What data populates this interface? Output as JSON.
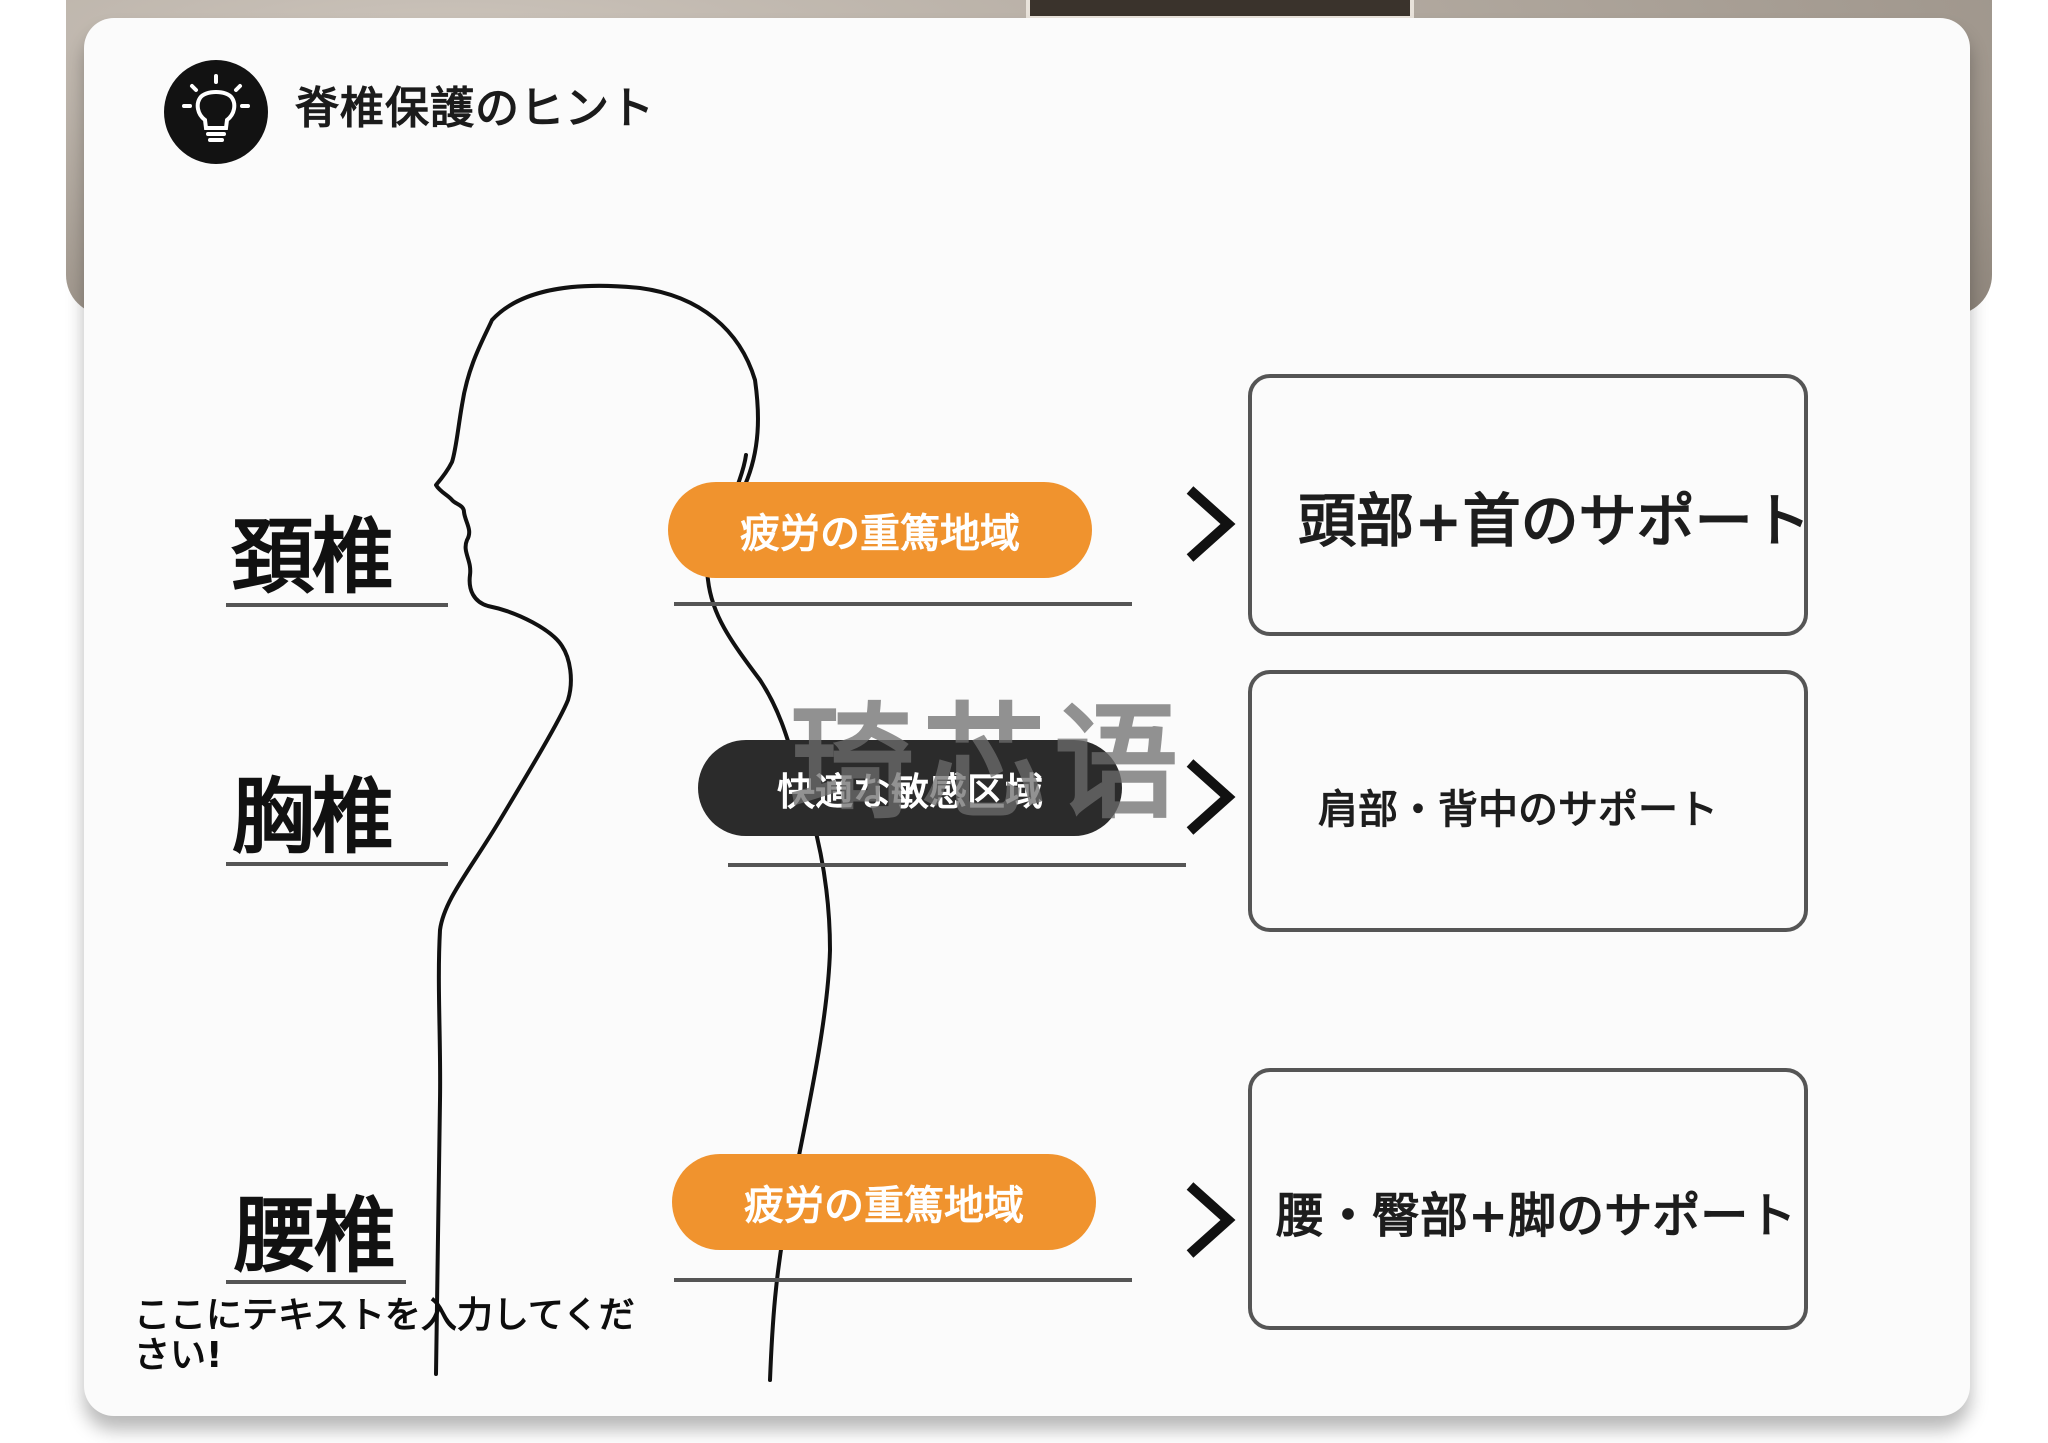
{
  "header": {
    "title": "脊椎保護のヒント",
    "icon": "lightbulb-icon"
  },
  "labels": {
    "cervical": "頚椎",
    "thoracic": "胸椎",
    "lumbar": "腰椎"
  },
  "pills": {
    "cervical": "疲労の重篤地域",
    "thoracic": "快適な敏感区域",
    "lumbar": "疲労の重篤地域"
  },
  "boxes": {
    "cervical": "頭部+首のサポート",
    "thoracic": "肩部・背中のサポート",
    "lumbar": "腰・臀部+脚のサポート"
  },
  "watermark": "琦芯语",
  "note": "ここにテキストを入力してください!",
  "colors": {
    "orange": "#f0932e",
    "dark": "#2b2b2b",
    "card": "#fbfbfb"
  }
}
